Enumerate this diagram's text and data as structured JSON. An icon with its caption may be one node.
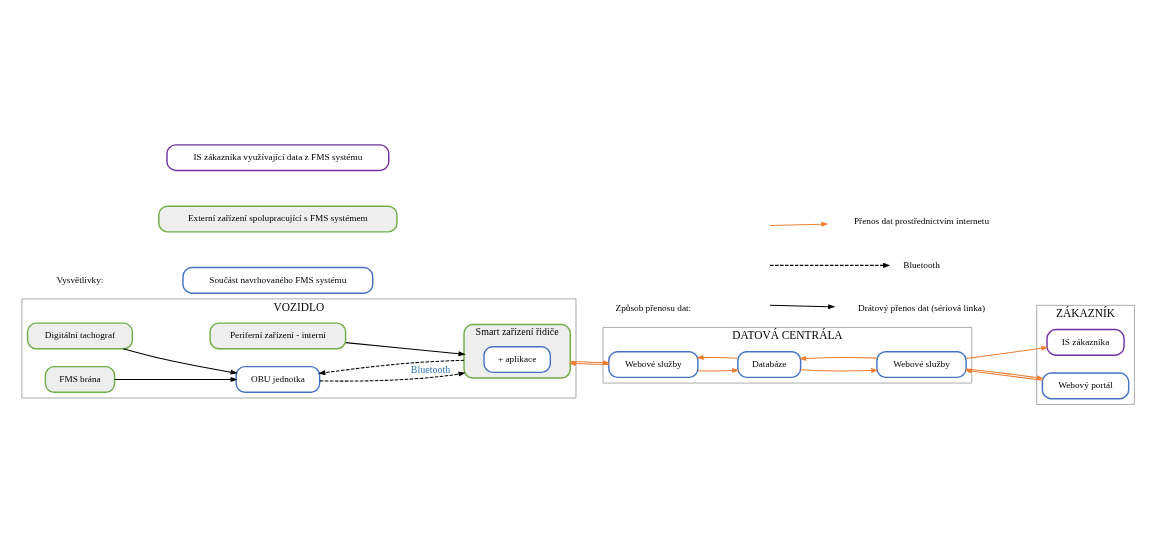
{
  "diagram": {
    "nodes": [
      {
        "text": [
          "VOZIDLO"
        ]
      },
      {
        "text": [
          "Digitální tachograf"
        ],
        "in": 0
      },
      {
        "text": [
          "Periferní zařízení - interní"
        ],
        "in": 0
      },
      {
        "text": [
          "OBU jednotka"
        ],
        "in": 0
      },
      {
        "text": [
          "Smart zařízení řidiče"
        ],
        "in": 0
      },
      {
        "text": [
          "+ aplikace"
        ],
        "in": 4
      },
      {
        "text": [
          "FMS brána"
        ],
        "in": 0
      },
      {
        "text": [
          "DATOVÁ CENTRÁLA"
        ]
      },
      {
        "text": [
          "Webové služby"
        ],
        "in": 7
      },
      {
        "text": [
          "Databáze"
        ],
        "in": 7
      },
      {
        "text": [
          "Webové služby"
        ],
        "in": 7
      },
      {
        "text": [
          "ZÁKAZNÍK"
        ]
      },
      {
        "text": [
          "IS zákazníka"
        ],
        "in": 11
      },
      {
        "text": [
          "Webový portál"
        ],
        "in": 11
      }
    ],
    "edges": [
      {
        "from": 1,
        "to": 3,
        "arrow": "to",
        "color": "#000000"
      },
      {
        "from": 2,
        "to": 4,
        "arrow": "to",
        "color": "#000000"
      },
      {
        "from": 6,
        "to": 3,
        "arrow": "to",
        "color": "#000000"
      },
      {
        "from": 3,
        "to": 4,
        "arrow": "to",
        "style": "dashed",
        "color": "#000000",
        "label": "Bluetooth"
      },
      {
        "from": 4,
        "to": 3,
        "arrow": "to",
        "style": "dashed",
        "color": "#000000"
      },
      {
        "from": 4,
        "to": 8,
        "arrow": "to"
      },
      {
        "from": 8,
        "to": 4,
        "arrow": "to"
      },
      {
        "from": 8,
        "to": 9,
        "arrow": "to"
      },
      {
        "from": 9,
        "to": 8,
        "arrow": "to"
      },
      {
        "from": 9,
        "to": 10,
        "arrow": "to"
      },
      {
        "from": 10,
        "to": 9,
        "arrow": "to"
      },
      {
        "from": 10,
        "to": 12,
        "arrow": "to"
      },
      {
        "from": 10,
        "to": 13,
        "arrow": "to"
      },
      {
        "from": 13,
        "to": 10,
        "arrow": "to"
      }
    ],
    "labels": [
      "Vysvětlivky:",
      "Způsob přenosu dat:"
    ],
    "legend": [
      {
        "text": "Součást navrhovaného FMS systému"
      },
      {
        "text": "Externí zařízení spolupracující s FMS systémem"
      },
      {
        "text": "IS zákazníka využívající data z FMS systému"
      },
      {
        "text": "Drátový přenos dat (sériová linka)"
      },
      {
        "text": "Bluetooth"
      },
      {
        "text": "Přenos dat prostřednictvím internetu"
      }
    ]
  }
}
